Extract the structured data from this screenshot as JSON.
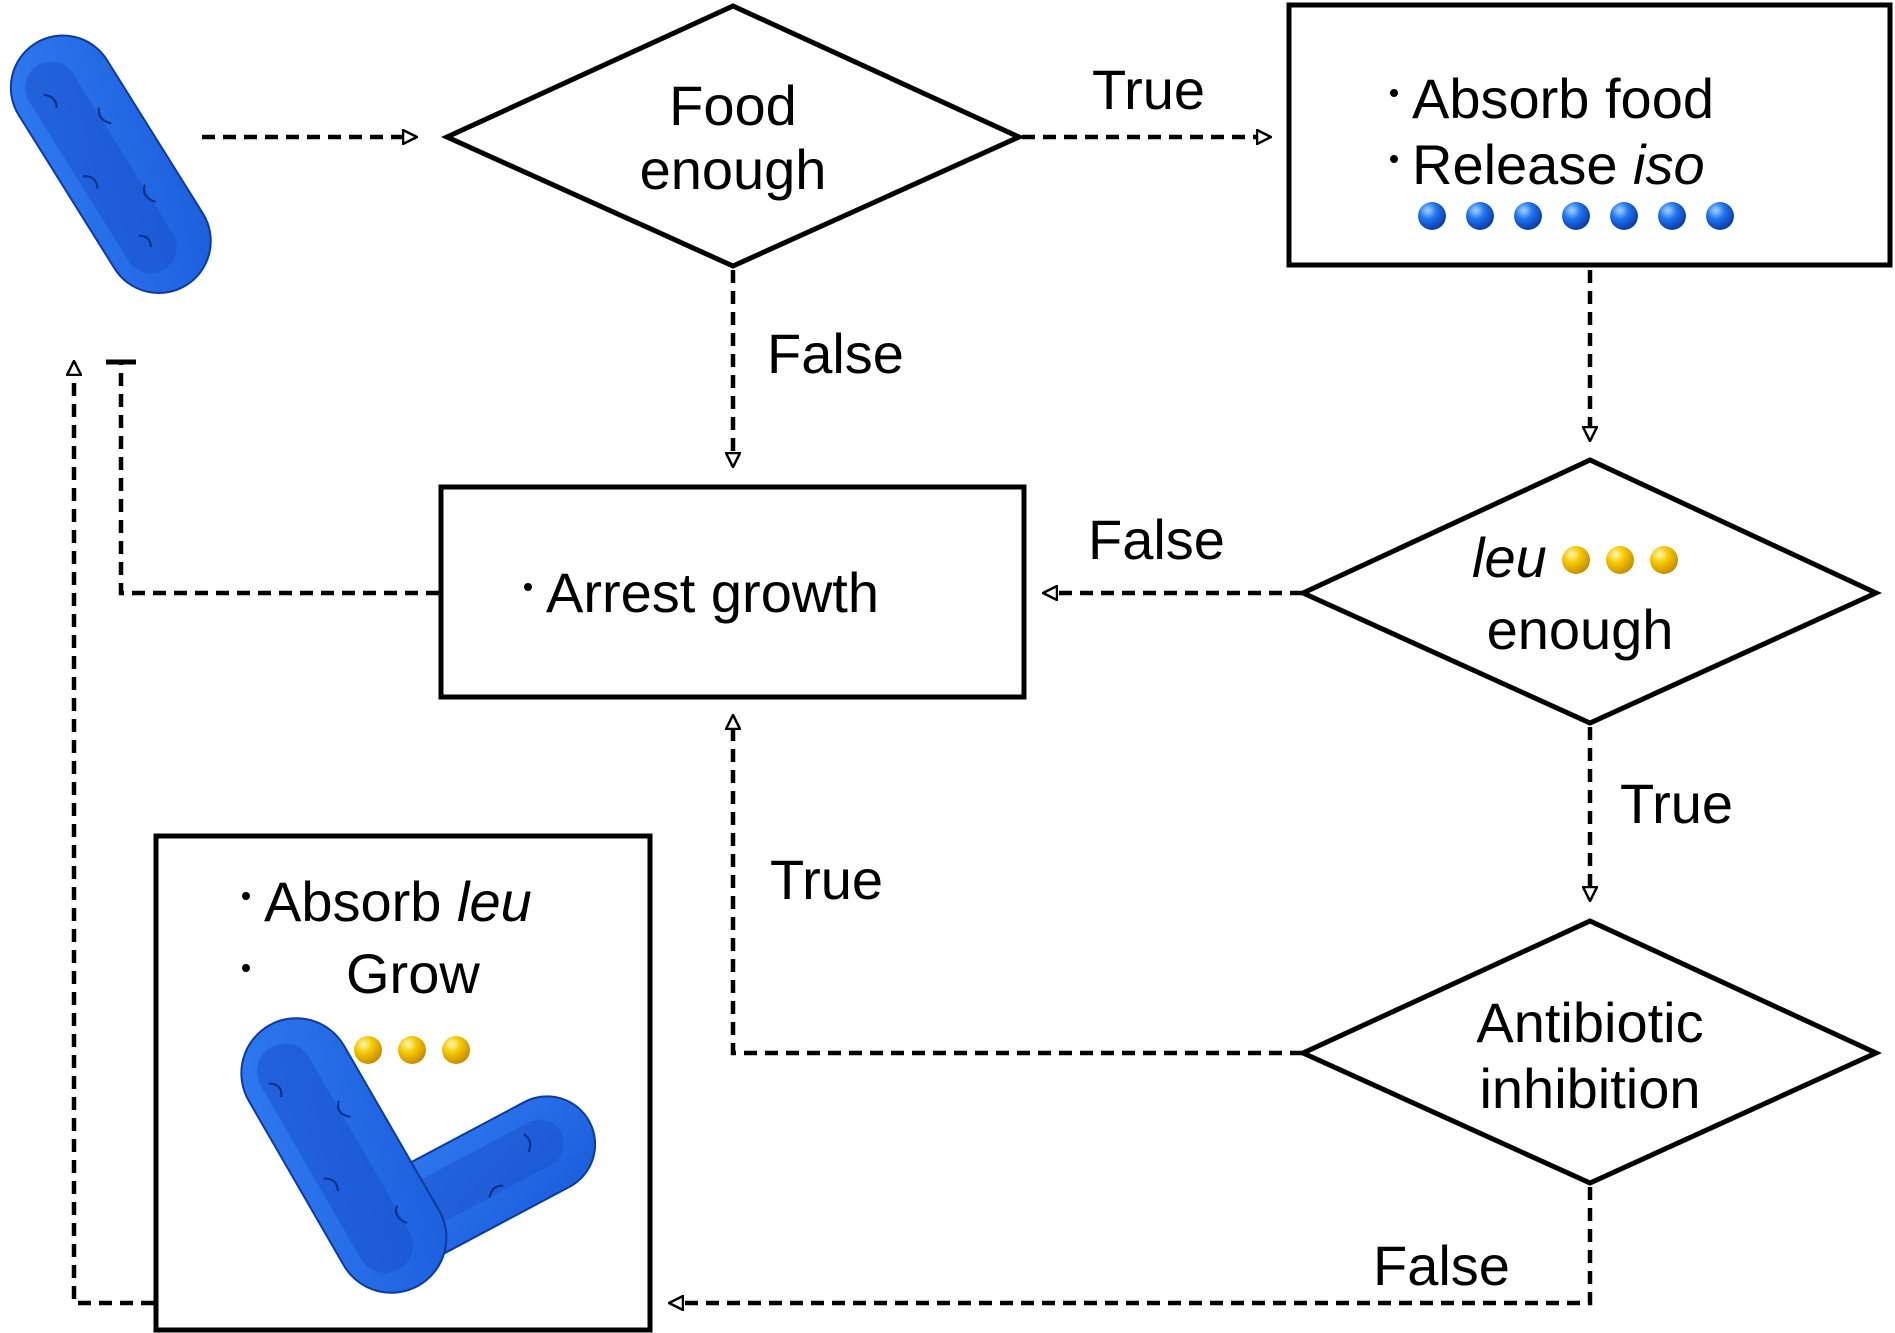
{
  "decisions": {
    "food": {
      "line1": "Food",
      "line2": "enough"
    },
    "leu": {
      "word": "leu",
      "line2": "enough"
    },
    "antibiotic": {
      "line1": "Antibiotic",
      "line2": "inhibition"
    }
  },
  "boxes": {
    "absorb_food": {
      "item1": "Absorb food",
      "item2_prefix": "Release ",
      "item2_italic": "iso"
    },
    "arrest": {
      "item1": "Arrest growth"
    },
    "grow": {
      "item1_prefix": "Absorb ",
      "item1_italic": "leu",
      "item2": "Grow"
    }
  },
  "edges": {
    "food_true": "True",
    "food_false": "False",
    "leu_false": "False",
    "leu_true": "True",
    "antibiotic_true": "True",
    "antibiotic_false": "False"
  },
  "molecules": {
    "iso": {
      "count": 7,
      "color": "#1a6fe6"
    },
    "leu": {
      "count": 3,
      "color": "#f2c200"
    }
  },
  "colors": {
    "bacterium": "#2b6fe8",
    "bacterium_dark": "#1450c8",
    "line": "#000000"
  }
}
